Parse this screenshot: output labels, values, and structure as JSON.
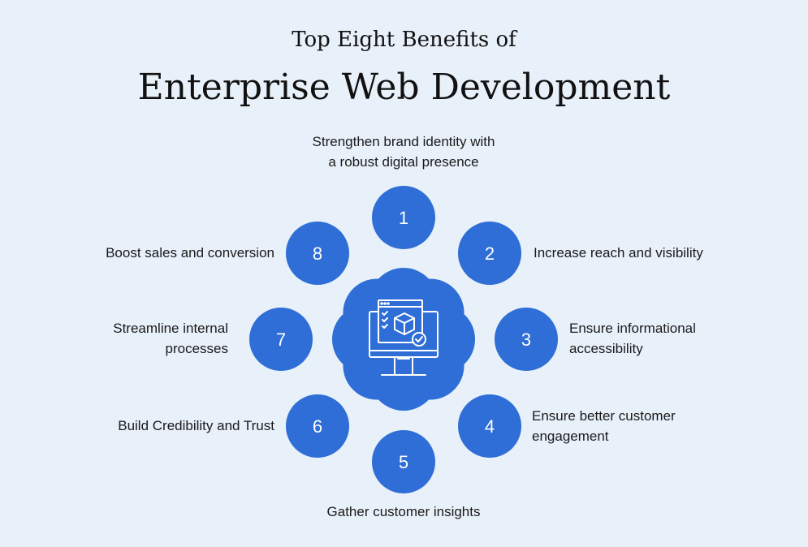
{
  "title": {
    "line1": "Top Eight Benefits of",
    "line2": "Enterprise Web Development"
  },
  "colors": {
    "background": "#e8f0fa",
    "circle": "#2e6ed6",
    "icon_stroke": "#ffffff",
    "text": "#1a1a1a"
  },
  "center_icon": "website-monitor-with-box-and-checkmark-icon",
  "benefits": [
    {
      "number": "1",
      "lines": [
        "Strengthen brand identity with",
        "a robust digital presence"
      ]
    },
    {
      "number": "2",
      "lines": [
        "Increase reach and visibility"
      ]
    },
    {
      "number": "3",
      "lines": [
        "Ensure informational",
        "accessibility"
      ]
    },
    {
      "number": "4",
      "lines": [
        "Ensure better customer",
        "engagement"
      ]
    },
    {
      "number": "5",
      "lines": [
        "Gather customer insights"
      ]
    },
    {
      "number": "6",
      "lines": [
        "Build Credibility and Trust"
      ]
    },
    {
      "number": "7",
      "lines": [
        "Streamline internal",
        "processes"
      ]
    },
    {
      "number": "8",
      "lines": [
        "Boost sales and conversion"
      ]
    }
  ]
}
